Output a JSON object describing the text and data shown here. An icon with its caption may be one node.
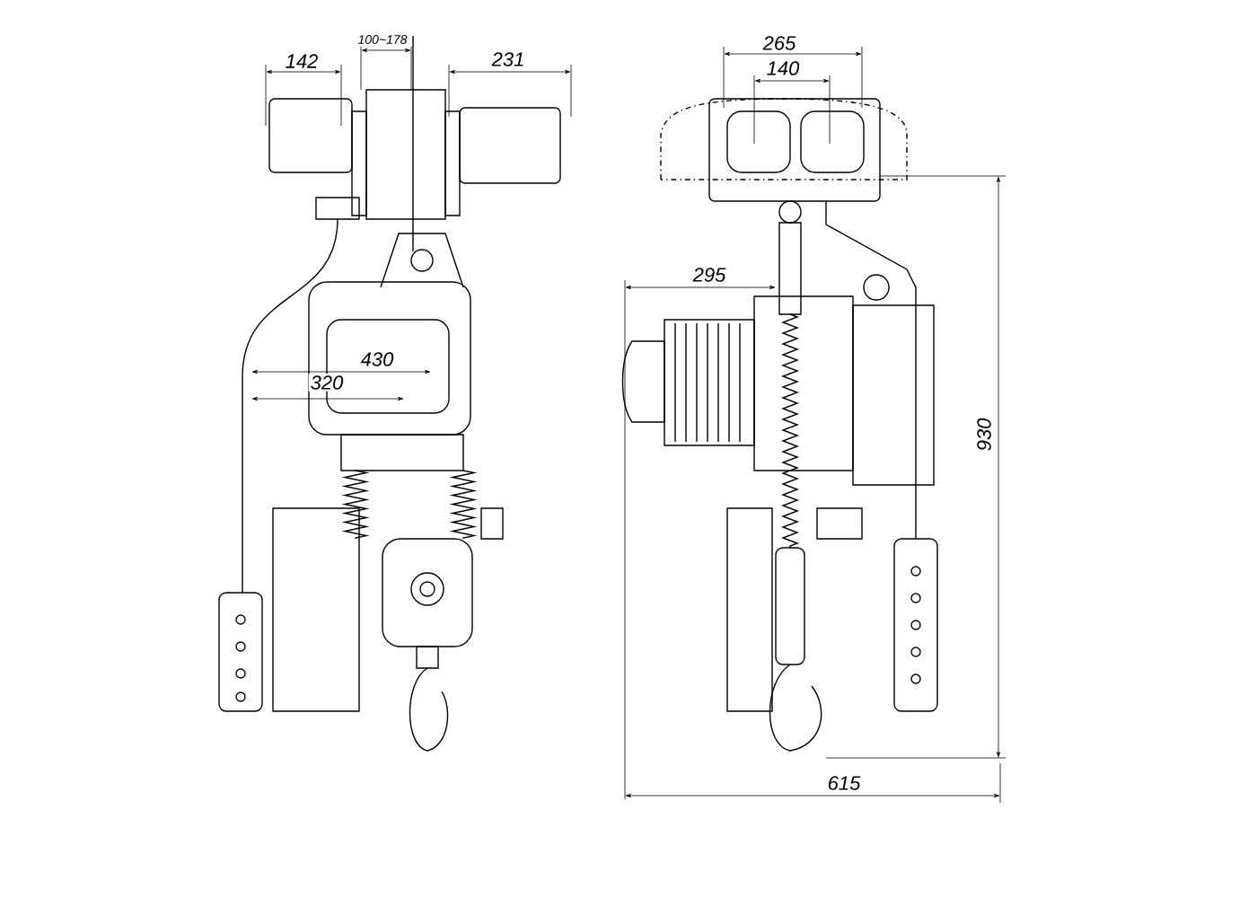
{
  "diagram": {
    "labels": [
      "142",
      "100~178",
      "231",
      "430",
      "320",
      "265",
      "140",
      "295",
      "930",
      "615"
    ]
  }
}
